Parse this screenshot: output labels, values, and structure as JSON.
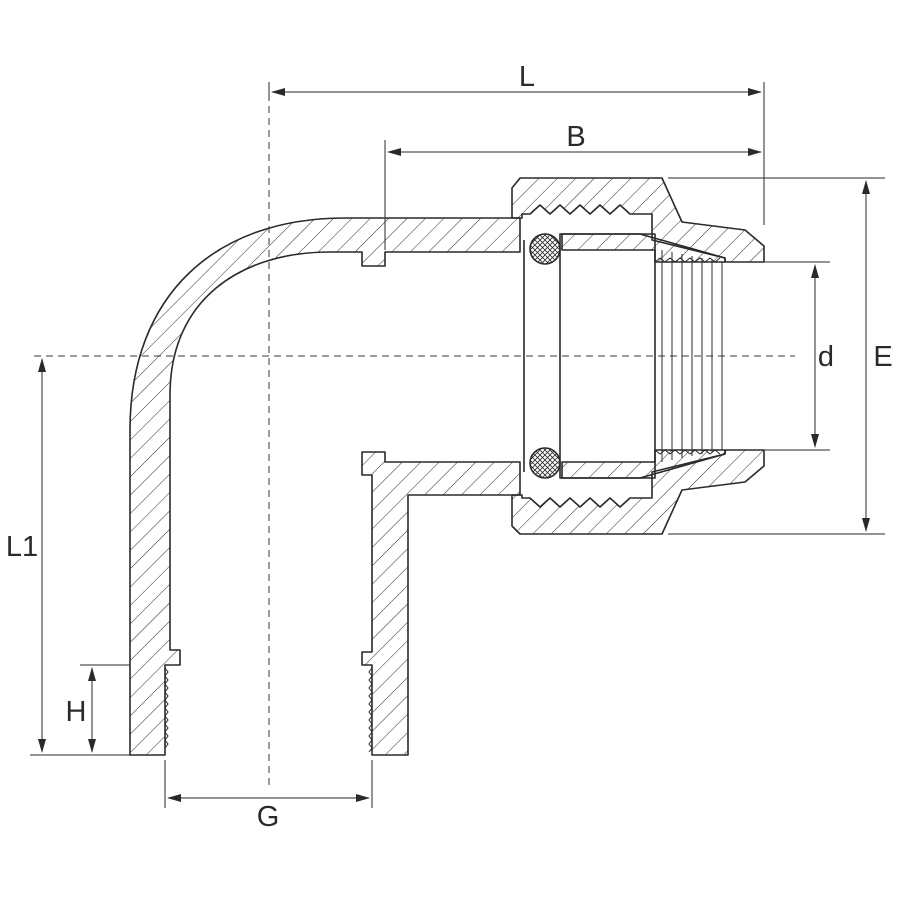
{
  "dimensions": {
    "L": "L",
    "B": "B",
    "d": "d",
    "E": "E",
    "L1": "L1",
    "H": "H",
    "G": "G"
  }
}
